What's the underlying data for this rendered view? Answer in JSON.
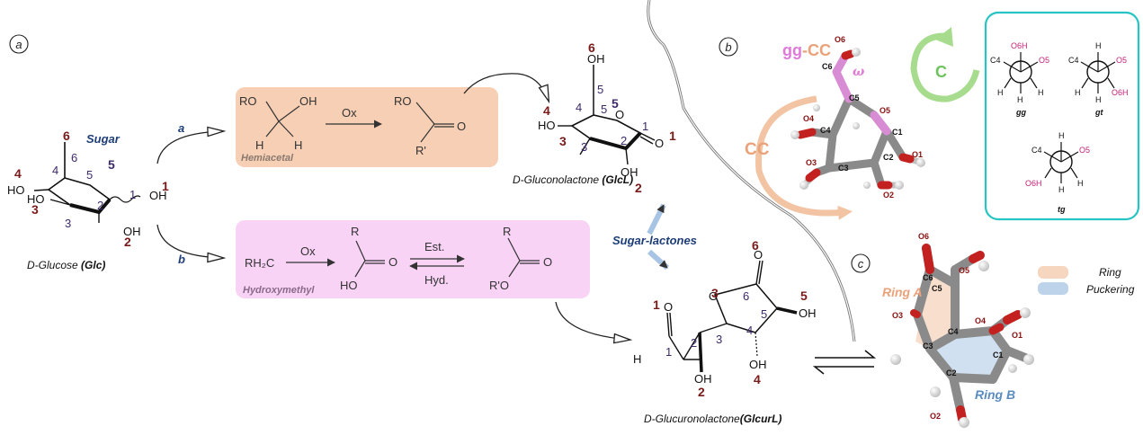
{
  "panels": {
    "a": "a",
    "b": "b",
    "c": "c"
  },
  "glucose": {
    "caption_name": "D-Glucose",
    "caption_abbr": "(Glc)",
    "label_sugar": "Sugar",
    "oh_c4": "HO",
    "oh_c3": "HO",
    "oh_c2": "OH",
    "oh_c1": "OH",
    "oh_c6": "",
    "atom_1": "1",
    "atom_2": "2",
    "atom_3": "3",
    "atom_4": "4",
    "atom_5": "5",
    "atom_6": "6",
    "o_1": "1",
    "o_2": "2",
    "o_3": "3",
    "o_4": "4",
    "o_5": "5",
    "o_6": "6"
  },
  "pathways": {
    "a": "a",
    "b": "b"
  },
  "hemiacetal": {
    "title": "Hemiacetal",
    "ro_left": "RO",
    "oh_left": "OH",
    "h1": "H",
    "h2": "H",
    "reagent": "Ox",
    "ro_right": "RO",
    "o_right": "O",
    "r_right": "R'"
  },
  "hydroxymethyl": {
    "title": "Hydroxymethyl",
    "rh2c": "RH₂C",
    "reagent": "Ox",
    "r1": "R",
    "o1": "O",
    "ho1": "HO",
    "est": "Est.",
    "hyd": "Hyd.",
    "r2": "R",
    "o2": "O",
    "ro2": "R'O"
  },
  "gluconolactone": {
    "caption_name": "D-Gluconolactone",
    "caption_abbr": "(GlcL)",
    "oh_top": "OH",
    "ho_left": "HO",
    "oh_bottom": "OH",
    "o_ring": "O",
    "o_carbonyl": "O",
    "n6": "6",
    "n5c": "5",
    "n5o": "5",
    "n4": "4",
    "n4o": "4",
    "n3": "3",
    "n3o": "3",
    "n2": "2",
    "n2o": "2",
    "n1": "1",
    "n1o": "1"
  },
  "sugar_lactones": "Sugar-lactones",
  "glucuronolactone": {
    "caption_name": "D-Glucuronolactone",
    "caption_abbr": "(GlcurL)",
    "n6o": "6",
    "n1o": "1",
    "n3o": "3",
    "n5o": "5",
    "n2o": "2",
    "n4o": "4",
    "c1": "1",
    "c2": "2",
    "c3": "3",
    "c4": "4",
    "c5": "5",
    "c6": "6",
    "h": "H",
    "oh_right": "OH",
    "oh_bottom": "OH",
    "oh_c2": "OH",
    "o_ald": "O",
    "o_ring": "O",
    "o_lac": "O"
  },
  "conformer_b": {
    "gg": "gg",
    "dash": "-",
    "cc": "CC",
    "cc_arc": "CC",
    "omega": "ω",
    "c_label": "C",
    "atoms": {
      "o6": "O6",
      "c6": "C6",
      "c5": "C5",
      "o5": "O5",
      "o4": "O4",
      "c4": "C4",
      "c1": "C1",
      "o3": "O3",
      "c3": "C3",
      "c2": "C2",
      "o1": "O1",
      "o2": "O2"
    }
  },
  "newman": {
    "gg": {
      "label": "gg",
      "top": "O6H",
      "left": "C4",
      "right": "O5",
      "bl": "H",
      "br": "H",
      "bottom": "H"
    },
    "gt": {
      "label": "gt",
      "top": "H",
      "left": "C4",
      "right": "O5",
      "bl": "H",
      "br": "O6H",
      "bottom": "H"
    },
    "tg": {
      "label": "tg",
      "top": "H",
      "left": "C4",
      "right": "O5",
      "bl": "O6H",
      "br": "H",
      "bottom": "H"
    }
  },
  "conformer_c": {
    "ring_a": "Ring A",
    "ring_b": "Ring B",
    "legend_ring": "Ring",
    "legend_puckering": "Puckering",
    "atoms": {
      "o6": "O6",
      "o5": "O5",
      "c6": "C6",
      "c5": "C5",
      "o3": "O3",
      "o4": "O4",
      "c4": "C4",
      "o1": "O1",
      "c3": "C3",
      "c1": "C1",
      "c2": "C2",
      "o2": "O2"
    }
  },
  "colors": {
    "dark_red": "#7a1a1a",
    "purple": "#3d2a6b",
    "hemiacetal_box": "#f6cfb4",
    "hydroxymethyl_box": "#f8d3f6",
    "sugar_text": "#1d3d78",
    "cc_orange": "#e9a27a",
    "gg_pink": "#e07ad8",
    "teal_box": "#27c4c4",
    "green_arrow": "#a7dc8f",
    "ring_a": "#e9a27a",
    "ring_b": "#7aa6d1"
  }
}
